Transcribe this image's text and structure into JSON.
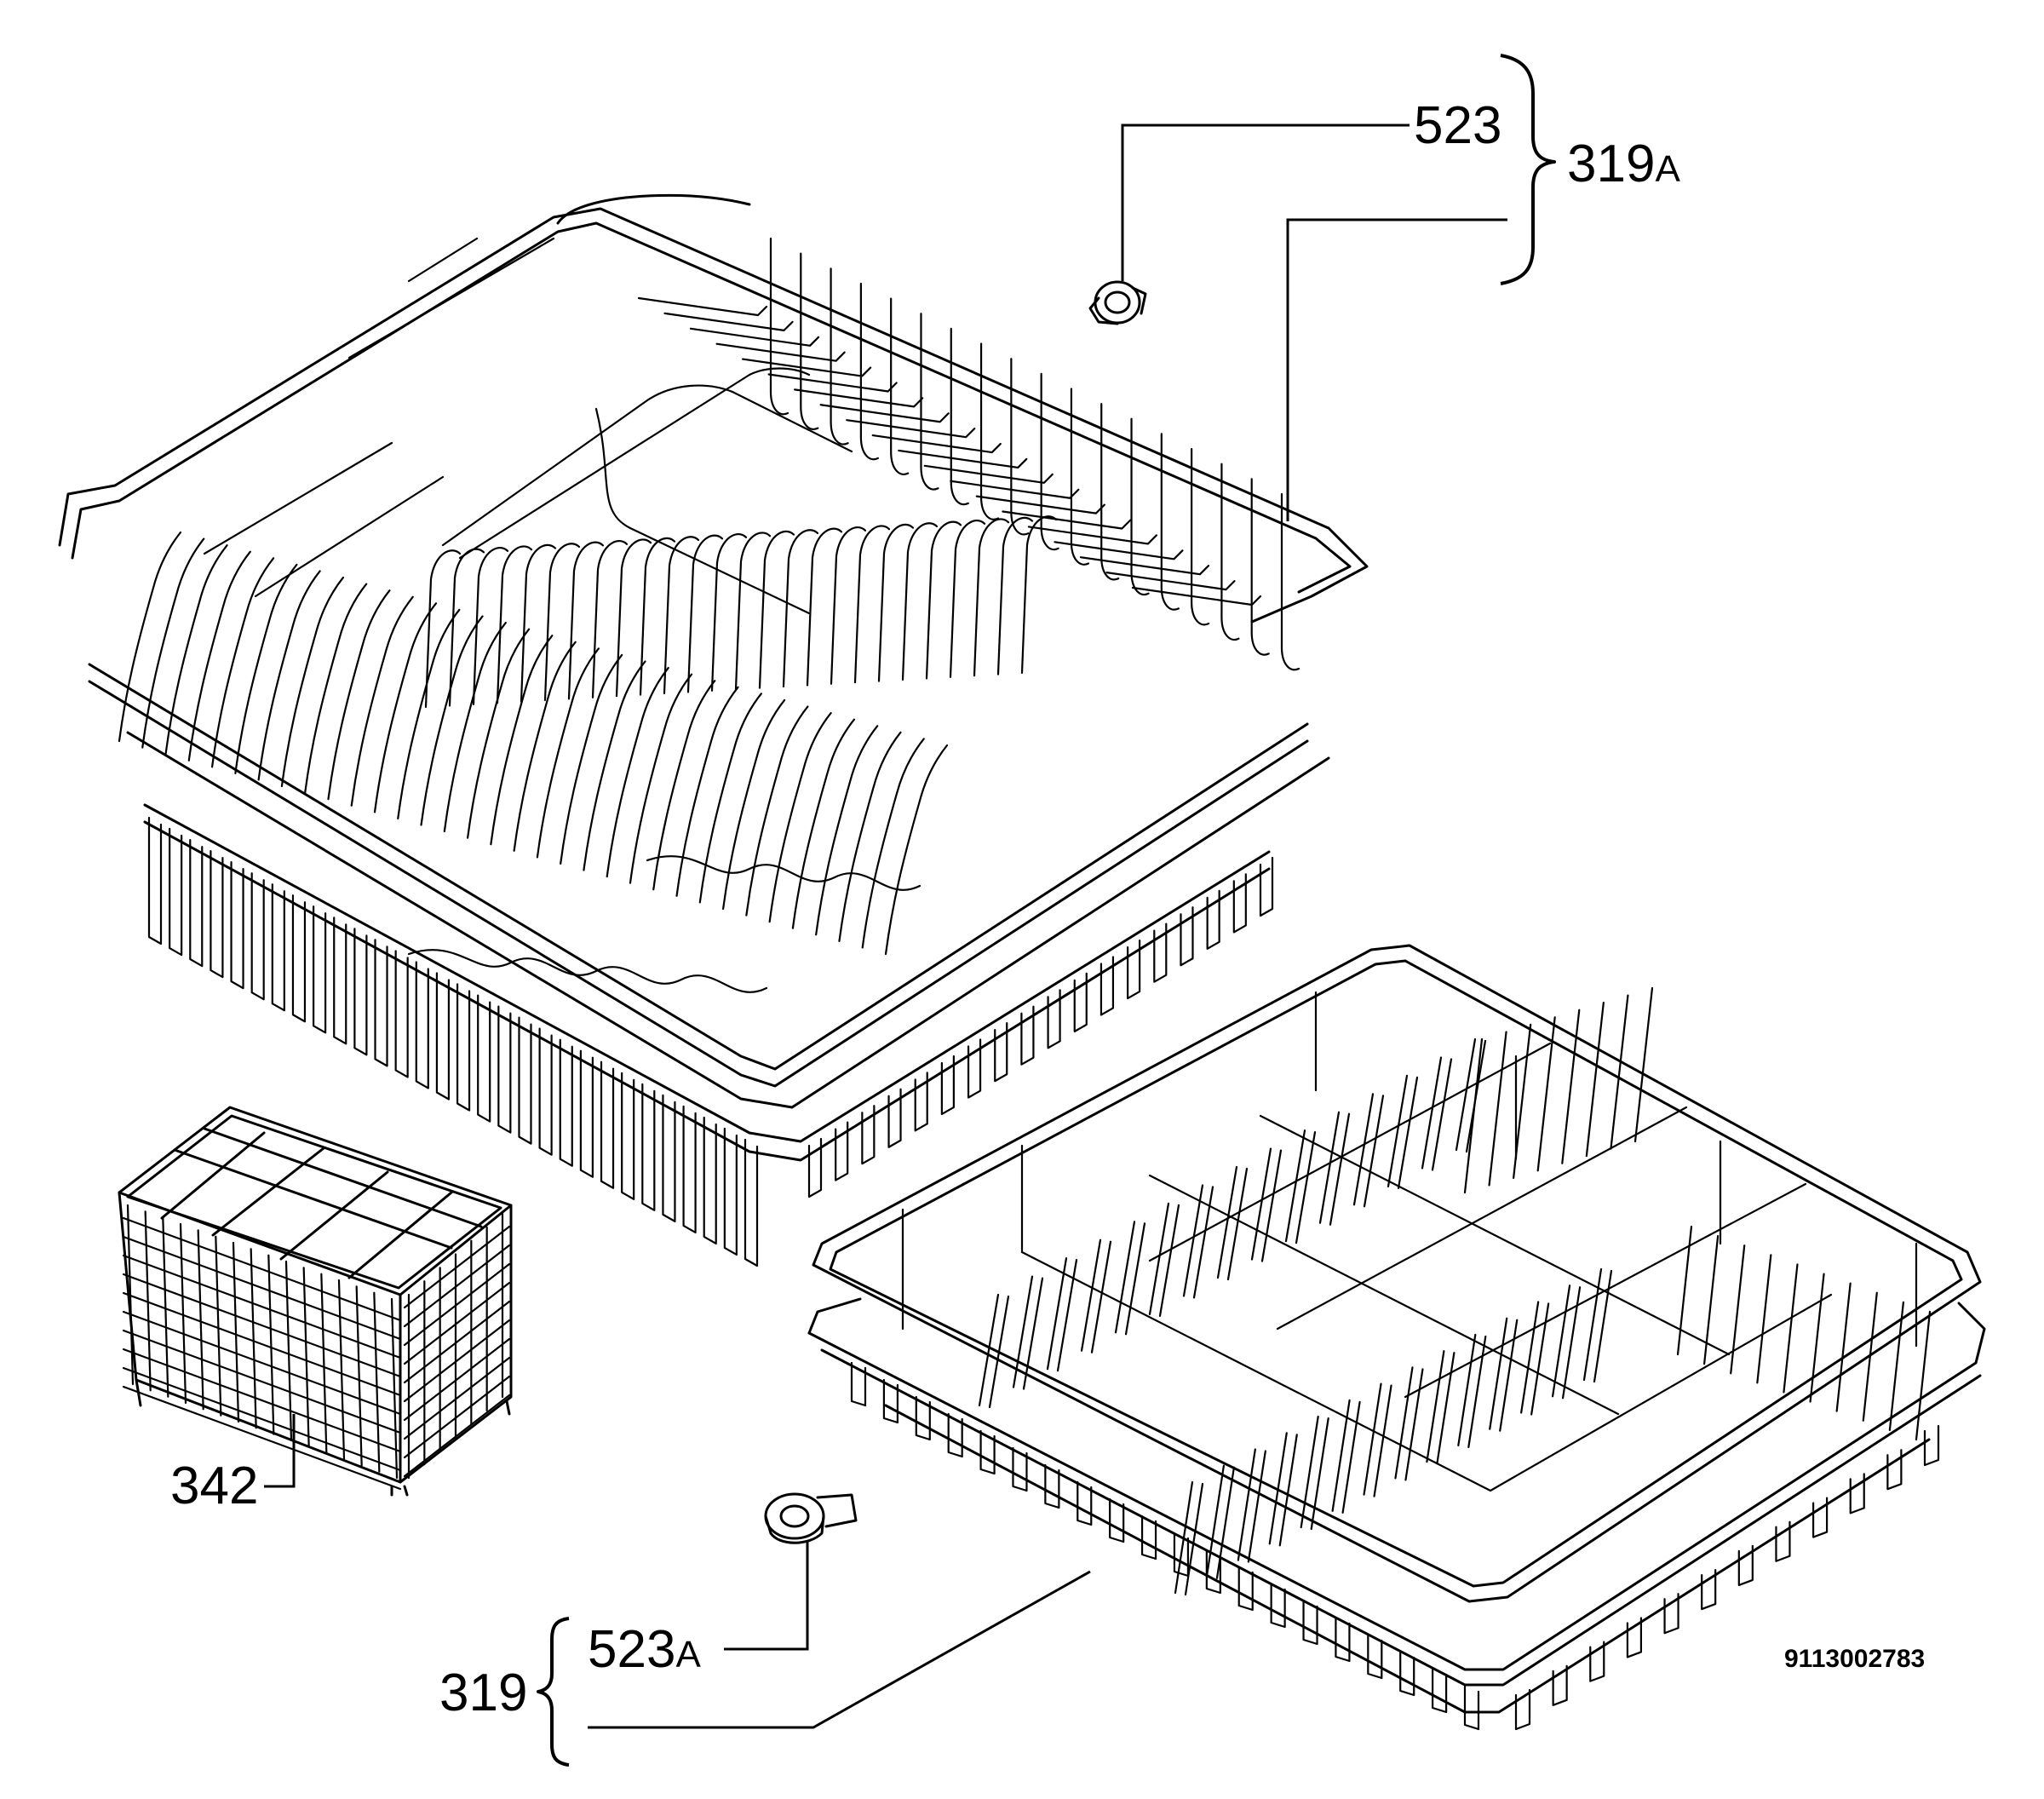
{
  "callouts": {
    "part_523": "523",
    "part_319A": {
      "number": "319",
      "suffix": "A"
    },
    "part_342": "342",
    "part_523A": {
      "number": "523",
      "suffix": "A"
    },
    "part_319": "319"
  },
  "drawing_code": "9113002783"
}
